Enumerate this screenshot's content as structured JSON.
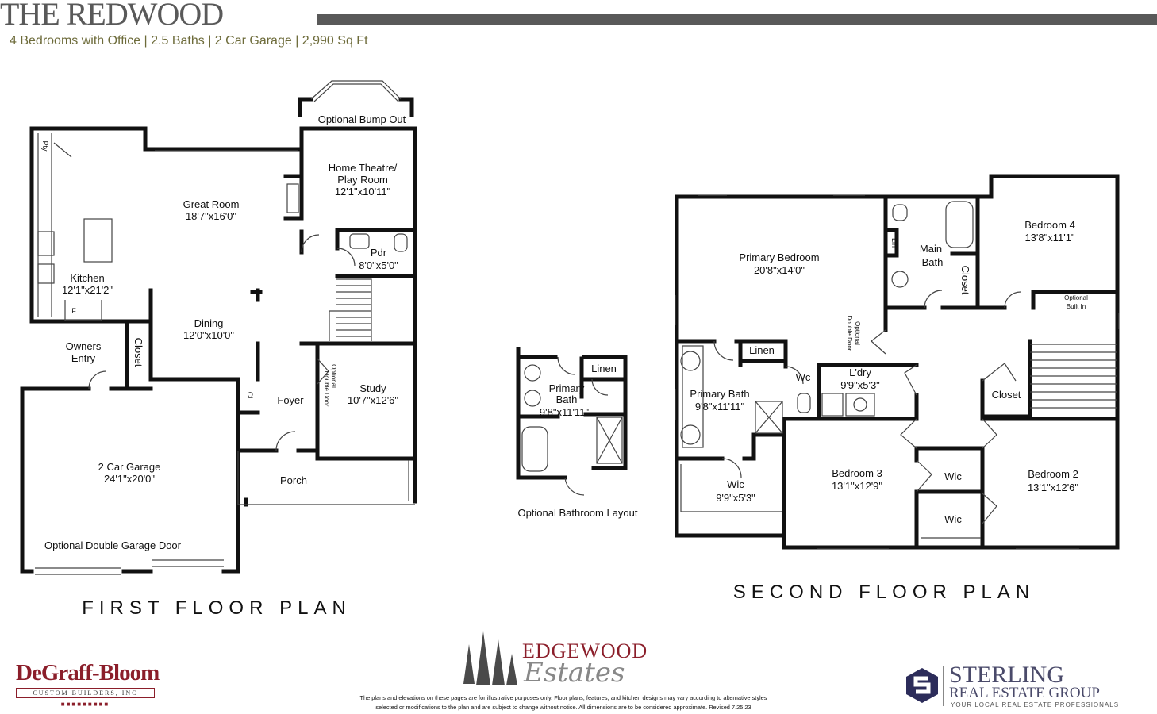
{
  "header": {
    "title": "THE REDWOOD",
    "subtitle": "4 Bedrooms with Office |  2.5 Baths | 2 Car Garage | 2,990 Sq Ft"
  },
  "first_floor": {
    "title": "FIRST FLOOR PLAN",
    "labels": {
      "optional_bump_out": "Optional Bump Out",
      "pty": "Pty",
      "home_theatre_name_1": "Home Theatre/",
      "home_theatre_name_2": "Play Room",
      "home_theatre_dim": "12'1\"x10'11\"",
      "great_room_name": "Great Room",
      "great_room_dim": "18'7\"x16'0\"",
      "pdr_name": "Pdr",
      "pdr_dim": "8'0\"x5'0\"",
      "kitchen_name": "Kitchen",
      "kitchen_dim": "12'1\"x21'2\"",
      "fridge": "F",
      "dining_name": "Dining",
      "dining_dim": "12'0\"x10'0\"",
      "owners_entry_1": "Owners",
      "owners_entry_2": "Entry",
      "closet": "Closet",
      "optional_double_door_1": "Optional",
      "optional_double_door_2": "Double Door",
      "study_name": "Study",
      "study_dim": "10'7\"x12'6\"",
      "cl": "Cl",
      "foyer": "Foyer",
      "garage_name": "2 Car Garage",
      "garage_dim": "24'1\"x20'0\"",
      "porch": "Porch",
      "optional_double_garage_door": "Optional Double Garage Door"
    }
  },
  "optional_bath": {
    "title": "Optional Bathroom Layout",
    "linen": "Linen",
    "primary_bath_1": "Primary",
    "primary_bath_2": "Bath",
    "primary_bath_dim": "9'8\"x11'11\""
  },
  "second_floor": {
    "title": "SECOND FLOOR PLAN",
    "labels": {
      "primary_bedroom_name": "Primary Bedroom",
      "primary_bedroom_dim": "20'8\"x14'0\"",
      "lin": "Lin",
      "main_bath_1": "Main",
      "main_bath_2": "Bath",
      "closet_vertical": "Closet",
      "bedroom4_name": "Bedroom 4",
      "bedroom4_dim": "13'8\"x11'1\"",
      "optional_built_in_1": "Optional",
      "optional_built_in_2": "Built In",
      "optional_double_door_1": "Optional",
      "optional_double_door_2": "Double Door",
      "linen": "Linen",
      "wc": "Wc",
      "laundry_name": "L'dry",
      "laundry_dim": "9'9\"x5'3\"",
      "primary_bath_name": "Primary Bath",
      "primary_bath_dim": "9'8\"x11'11\"",
      "closet": "Closet",
      "bedroom3_name": "Bedroom 3",
      "bedroom3_dim": "13'1\"x12'9\"",
      "wic_a": "Wic",
      "bedroom2_name": "Bedroom 2",
      "bedroom2_dim": "13'1\"x12'6\"",
      "wic_b": "Wic",
      "wic_primary": "Wic",
      "wic_primary_dim": "9'9\"x5'3\""
    }
  },
  "footer": {
    "degraff_name": "DeGraff-Bloom",
    "degraff_sub": "CUSTOM BUILDERS, INC",
    "degraff_dots": "■■■■■■■■■",
    "edgewood_title": "EDGEWOOD",
    "edgewood_script": "Estates",
    "disclaimer_1": "The plans and elevations on these pages are for illustrative purposes only. Floor plans, features, and kitchen designs may vary according to alternative styles",
    "disclaimer_2": "selected or modifications to the plan and are subject to change without notice. All dimensions are to be considered approximate. Revised 7.25.23",
    "sterling_name": "STERLING",
    "sterling_sub": "REAL ESTATE GROUP",
    "sterling_tag": "YOUR LOCAL REAL ESTATE PROFESSIONALS"
  },
  "colors": {
    "header_gray": "#595959",
    "subtitle_olive": "#6d6b3a",
    "degraff_red": "#8b1e2a",
    "sterling_navy": "#2c2c5a",
    "wall": "#111111"
  }
}
